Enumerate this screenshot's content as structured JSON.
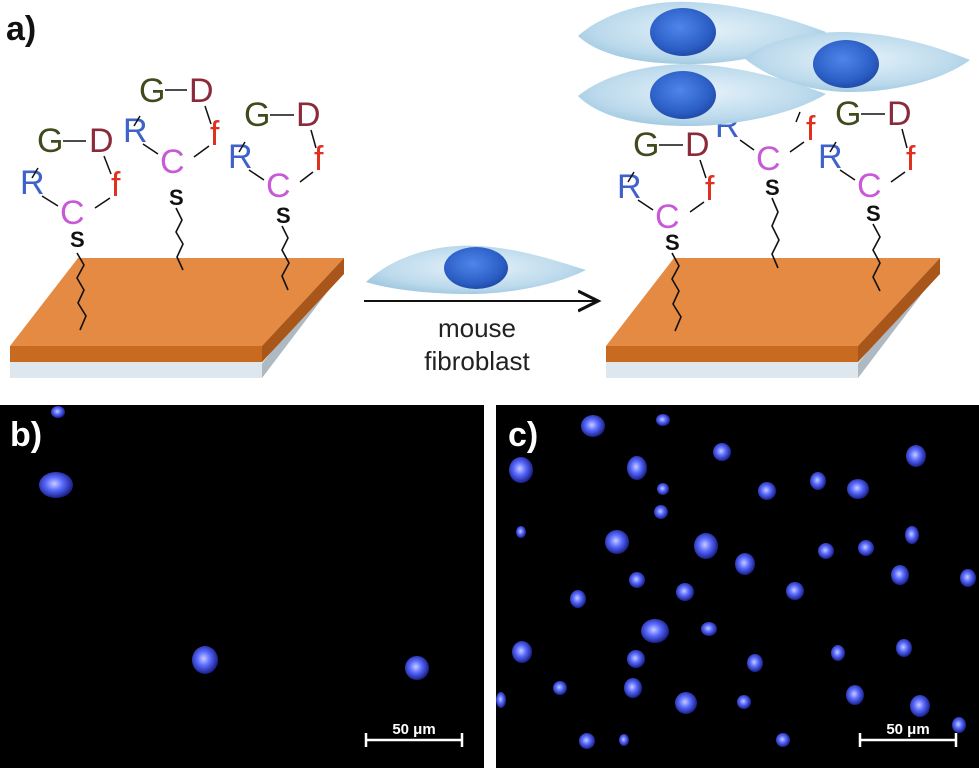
{
  "panels": {
    "a": {
      "label": "a)"
    },
    "b": {
      "label": "b)",
      "scale_bar": "50 μm"
    },
    "c": {
      "label": "c)",
      "scale_bar": "50 μm"
    }
  },
  "peptide": {
    "R": "R",
    "G": "G",
    "D": "D",
    "f": "f",
    "C": "C",
    "S": "S"
  },
  "arrow": {
    "line1": "mouse",
    "line2": "fibroblast"
  },
  "colors": {
    "background": "#ffffff",
    "R": "#3e62c9",
    "G": "#3f4b1d",
    "D": "#8b2a3a",
    "f": "#e0301e",
    "C": "#c85ad8",
    "S": "#111111",
    "surface_top": "#e07e36",
    "surface_side": "#c7691f",
    "base": "#d8e2ea",
    "cell_body": "#b9d9ec",
    "cell_nucleus": "#2f63c9",
    "micrograph_bg": "#000000",
    "stain": "#5a6cff"
  }
}
